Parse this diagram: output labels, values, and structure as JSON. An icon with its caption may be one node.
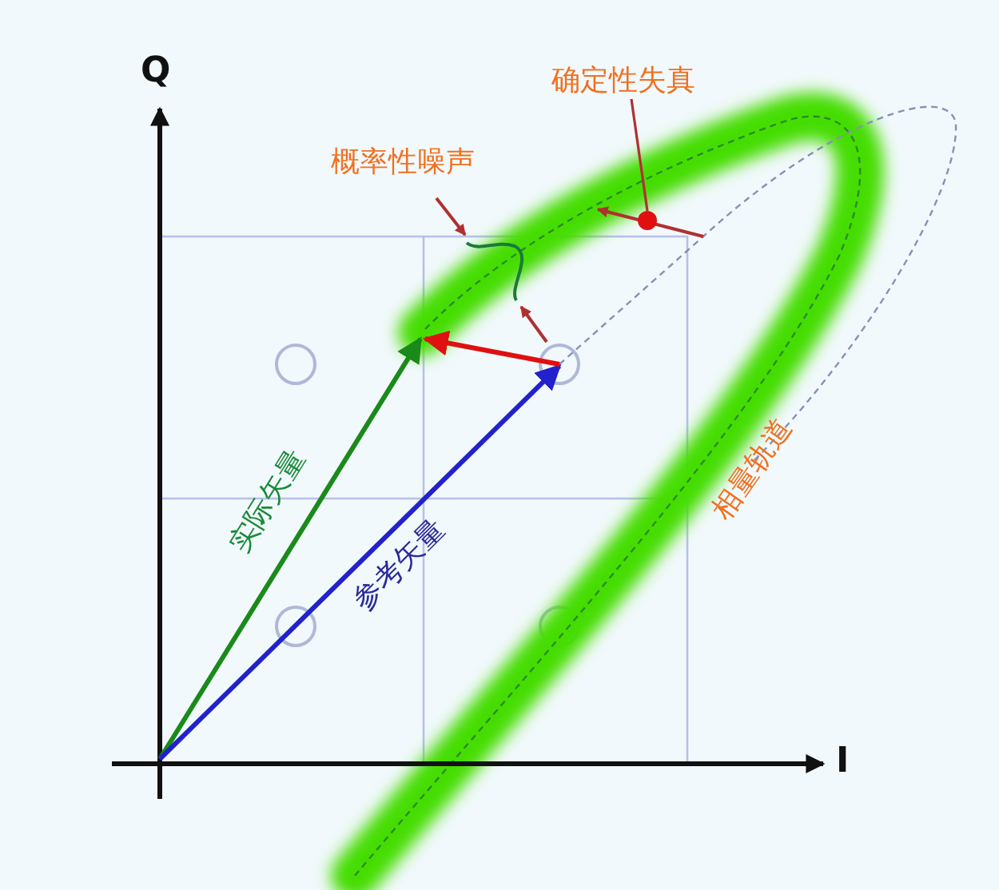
{
  "diagram": {
    "nodes": [
      {
        "text": [
          "确定性失真"
        ]
      },
      {
        "text": [],
        "shape": "circle"
      },
      {
        "text": [
          "概率性噪声"
        ]
      }
    ],
    "edges": [
      {
        "from": 0,
        "to": 1,
        "arrow": "none"
      }
    ],
    "labels": [
      "Q",
      "I",
      "实际矢量",
      "参考矢量",
      "相量轨道"
    ]
  }
}
